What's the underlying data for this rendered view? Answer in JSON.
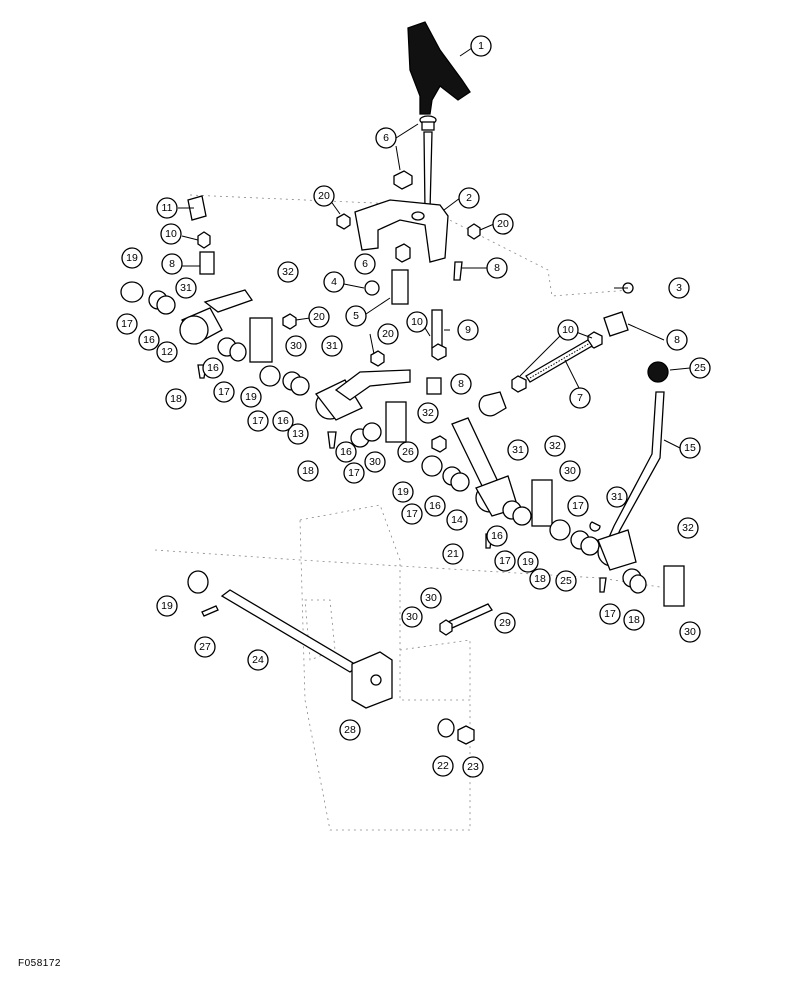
{
  "figure_code": "F058172",
  "callouts": [
    "1",
    "6",
    "6",
    "2",
    "20",
    "20",
    "20",
    "20",
    "11",
    "10",
    "10",
    "10",
    "8",
    "8",
    "8",
    "8",
    "19",
    "19",
    "19",
    "19",
    "19",
    "31",
    "31",
    "31",
    "31",
    "32",
    "32",
    "32",
    "32",
    "3",
    "4",
    "5",
    "9",
    "7",
    "12",
    "13",
    "14",
    "15",
    "16",
    "16",
    "16",
    "16",
    "16",
    "16",
    "17",
    "17",
    "17",
    "17",
    "17",
    "17",
    "17",
    "17",
    "18",
    "18",
    "18",
    "18",
    "21",
    "25",
    "25",
    "26",
    "22",
    "23",
    "24",
    "27",
    "28",
    "29",
    "30",
    "30",
    "30",
    "30",
    "30"
  ],
  "colors": {
    "line": "#000000",
    "ghost": "#777777",
    "background": "#ffffff"
  }
}
